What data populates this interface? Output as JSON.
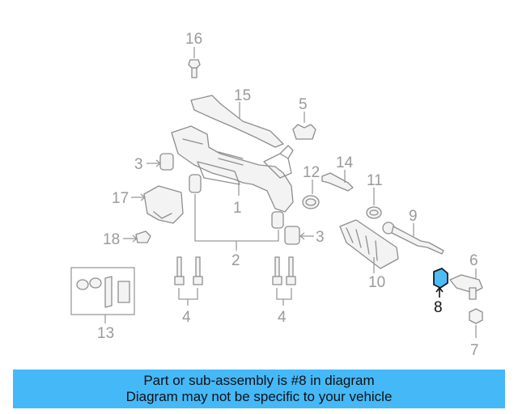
{
  "diagram": {
    "callouts": [
      "16",
      "15",
      "5",
      "3",
      "1",
      "14",
      "12",
      "11",
      "9",
      "17",
      "18",
      "3",
      "2",
      "10",
      "6",
      "8",
      "13",
      "4",
      "4",
      "7"
    ],
    "highlighted_part": "8",
    "highlight_color": "#4dbdf8"
  },
  "banner": {
    "line1": "Part or sub-assembly is #8 in diagram",
    "line2": "Diagram may not be specific to your vehicle",
    "background": "#45b8f8"
  }
}
